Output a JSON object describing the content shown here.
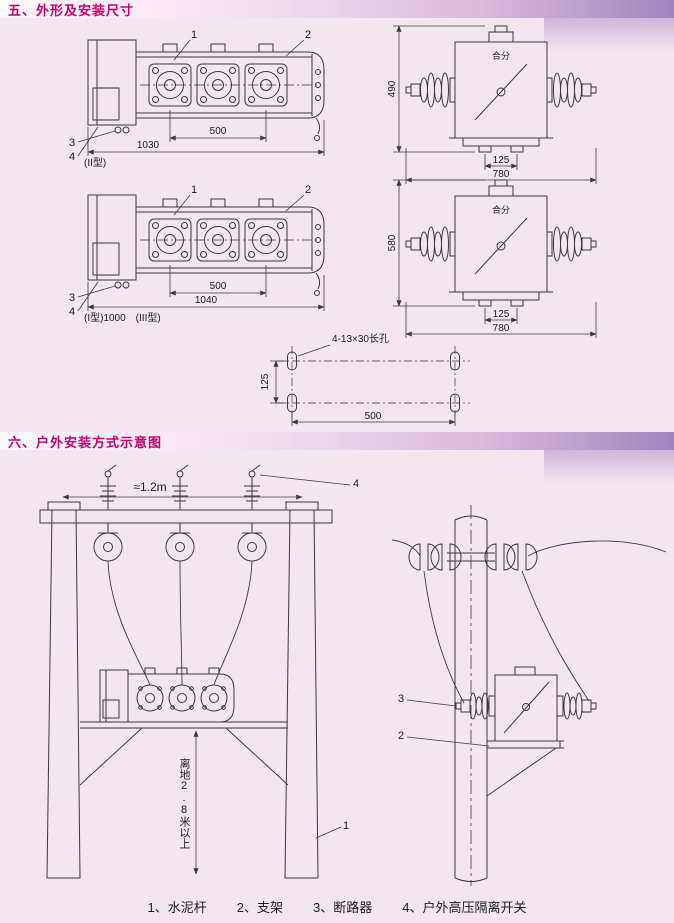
{
  "page": {
    "bg": "#f2e7ef",
    "accent": "#c6006d",
    "line_color": "#3a3a3a"
  },
  "headers": {
    "outline_title": "五、外形及安装尺寸",
    "install_title": "六、户外安装方式示意图"
  },
  "outline": {
    "side_type2": {
      "callout_1": "1",
      "callout_2": "2",
      "callout_3": "3",
      "callout_4": "4",
      "dim_pole_spacing": "500",
      "dim_overall": "1030",
      "type_note": "(II型)"
    },
    "end_type2": {
      "operation": "合分",
      "dim_height": "490",
      "dim_foot_spacing": "125",
      "dim_overall_width": "780"
    },
    "side_type13": {
      "callout_1": "1",
      "callout_2": "2",
      "callout_3": "3",
      "callout_4": "4",
      "dim_pole_spacing": "500",
      "dim_overall": "1040",
      "type_note": "(I型)1000　(III型)"
    },
    "end_type13": {
      "operation": "合分",
      "dim_height": "580",
      "dim_foot_spacing": "125",
      "dim_overall_width": "780"
    },
    "holes": {
      "note": "4-13×30长孔",
      "dim_vertical": "125",
      "dim_horizontal": "500"
    }
  },
  "install": {
    "front": {
      "dim_span": "≈1.2m",
      "callout_4": "4",
      "callout_1": "1",
      "height_note": "离地2.8米以上"
    },
    "side": {
      "callout_3": "3",
      "callout_2": "2"
    },
    "legend": [
      "1、水泥杆",
      "2、支架",
      "3、断路器",
      "4、户外高压隔离开关"
    ]
  }
}
